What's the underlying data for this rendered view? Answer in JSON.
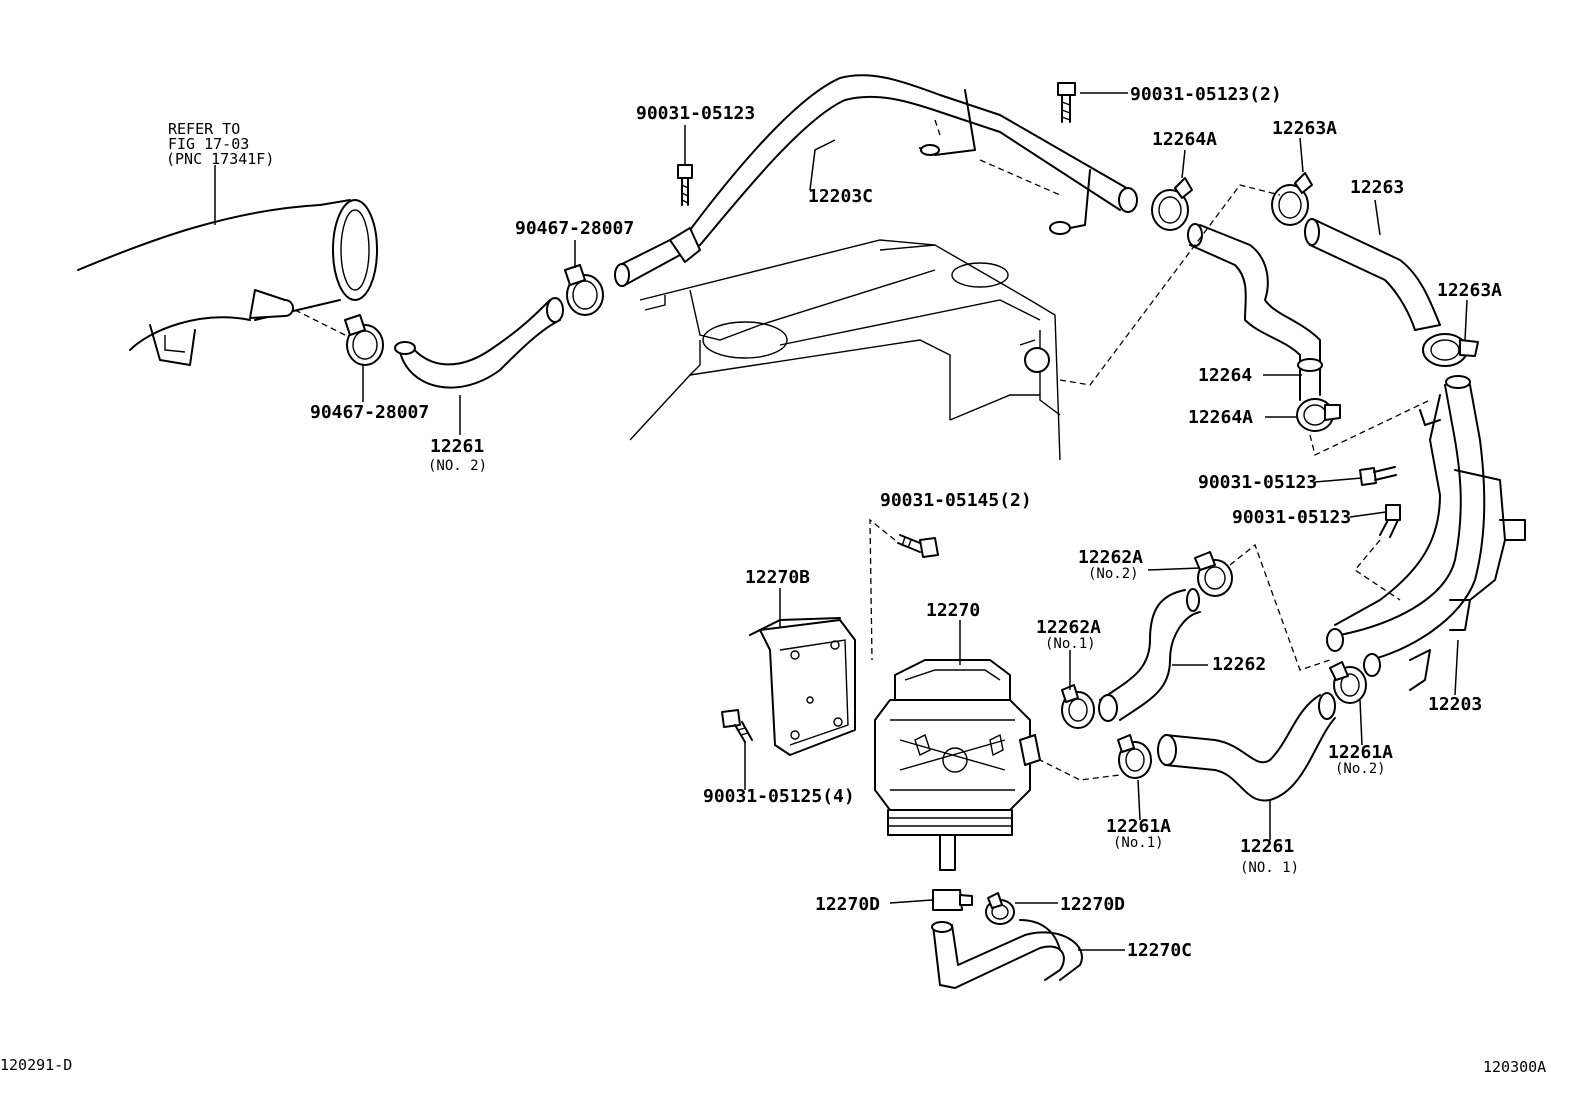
{
  "labels": {
    "refer_line1": "REFER TO",
    "refer_line2": "FIG 17-03",
    "refer_line3": "(PNC 17341F)",
    "bolt_90031_05123_top": "90031-05123",
    "bolt_90031_05123_2": "90031-05123(2)",
    "hose_12203C": "12203C",
    "clamp_90467_28007_top": "90467-28007",
    "clamp_90467_28007_bottom": "90467-28007",
    "hose_12261_no2": "12261",
    "hose_12261_no2_sub": "(NO. 2)",
    "clamp_12264A_top": "12264A",
    "clamp_12263A_top": "12263A",
    "hose_12263": "12263",
    "clamp_12263A_right": "12263A",
    "hose_12264": "12264",
    "clamp_12264A_bottom": "12264A",
    "bolt_90031_05123_right1": "90031-05123",
    "bolt_90031_05123_right2": "90031-05123",
    "bolt_90031_05145": "90031-05145(2)",
    "bracket_12270B": "12270B",
    "pump_12270": "12270",
    "clamp_12262A_no2": "12262A",
    "clamp_12262A_no2_sub": "(No.2)",
    "clamp_12262A_no1": "12262A",
    "clamp_12262A_no1_sub": "(No.1)",
    "hose_12262": "12262",
    "bolt_90031_05125": "90031-05125(4)",
    "pipe_12203": "12203",
    "clamp_12261A_no2": "12261A",
    "clamp_12261A_no2_sub": "(No.2)",
    "clamp_12261A_no1": "12261A",
    "clamp_12261A_no1_sub": "(No.1)",
    "hose_12261_no1": "12261",
    "hose_12261_no1_sub": "(NO. 1)",
    "clamp_12270D_left": "12270D",
    "clamp_12270D_right": "12270D",
    "hose_12270C": "12270C",
    "code_left": "120291-D",
    "code_right": "120300A"
  }
}
